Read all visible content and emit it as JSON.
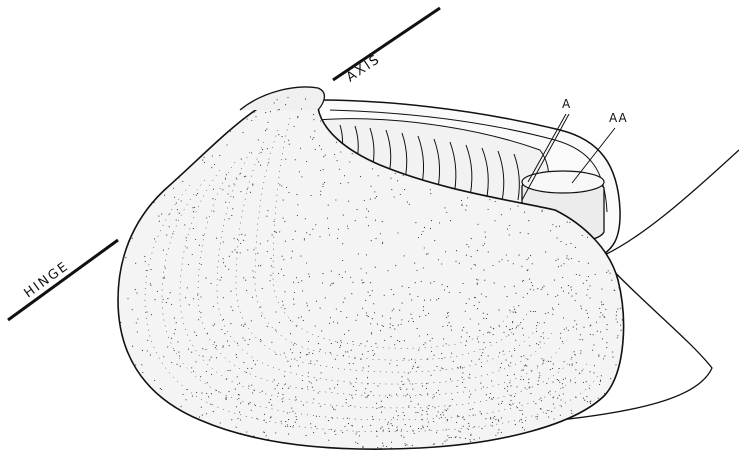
{
  "figure": {
    "labels": {
      "axis": "AXIS",
      "hinge": "HINGE",
      "a": "A",
      "aa": "AA"
    },
    "colors": {
      "ink": "#111111",
      "paper": "#ffffff"
    },
    "parts": [
      "shell-valve",
      "umbo",
      "gill-lamellae",
      "adductor-muscle",
      "mantle-edge",
      "axis-line",
      "hinge-line"
    ]
  }
}
